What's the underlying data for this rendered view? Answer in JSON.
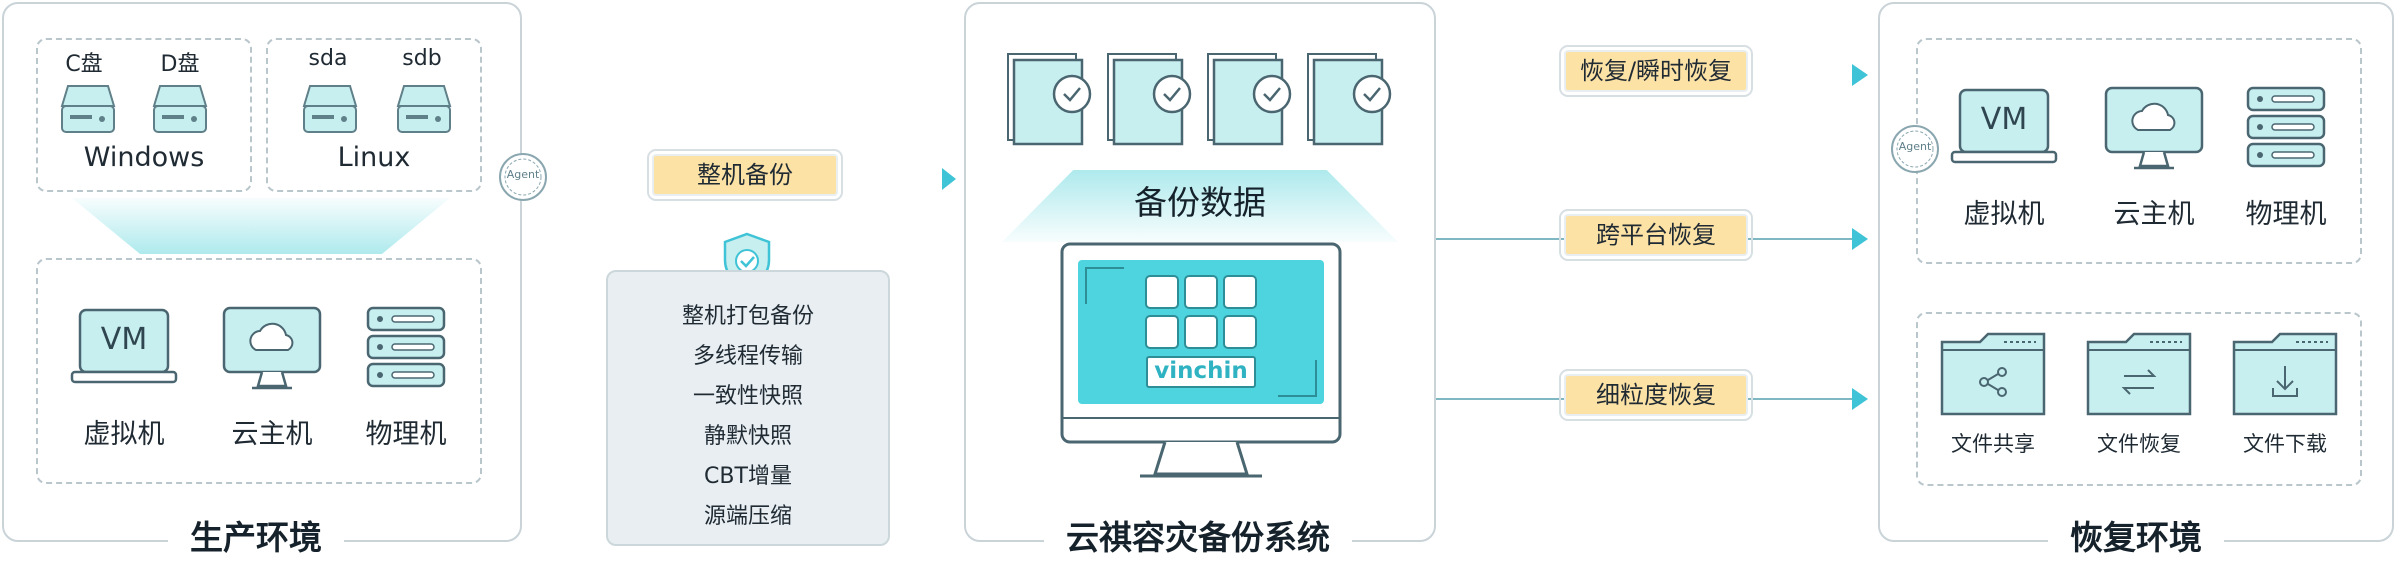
{
  "production": {
    "title": "生产环境",
    "windows": {
      "label": "Windows",
      "disks": [
        "C盘",
        "D盘"
      ]
    },
    "linux": {
      "label": "Linux",
      "disks": [
        "sda",
        "sdb"
      ]
    },
    "agent": "Agent",
    "vm_text": "VM",
    "hosts": [
      "虚拟机",
      "云主机",
      "物理机"
    ]
  },
  "backup_mode": {
    "tag": "整机备份",
    "features": [
      "整机打包备份",
      "多线程传输",
      "一致性快照",
      "静默快照",
      "CBT增量",
      "源端压缩"
    ]
  },
  "system": {
    "title": "云祺容灾备份系统",
    "data_label": "备份数据",
    "logo": "vinchin"
  },
  "restore_modes": [
    "恢复/瞬时恢复",
    "跨平台恢复",
    "细粒度恢复"
  ],
  "recovery": {
    "title": "恢复环境",
    "agent": "Agent",
    "vm_text": "VM",
    "hosts": [
      "虚拟机",
      "云主机",
      "物理机"
    ],
    "files": [
      "文件共享",
      "文件恢复",
      "文件下载"
    ]
  },
  "colors": {
    "accent": "#3fc3d6",
    "teal_fill": "#c8eff0",
    "tag_fill": "#fde2a6",
    "border": "#c9d3d8"
  }
}
